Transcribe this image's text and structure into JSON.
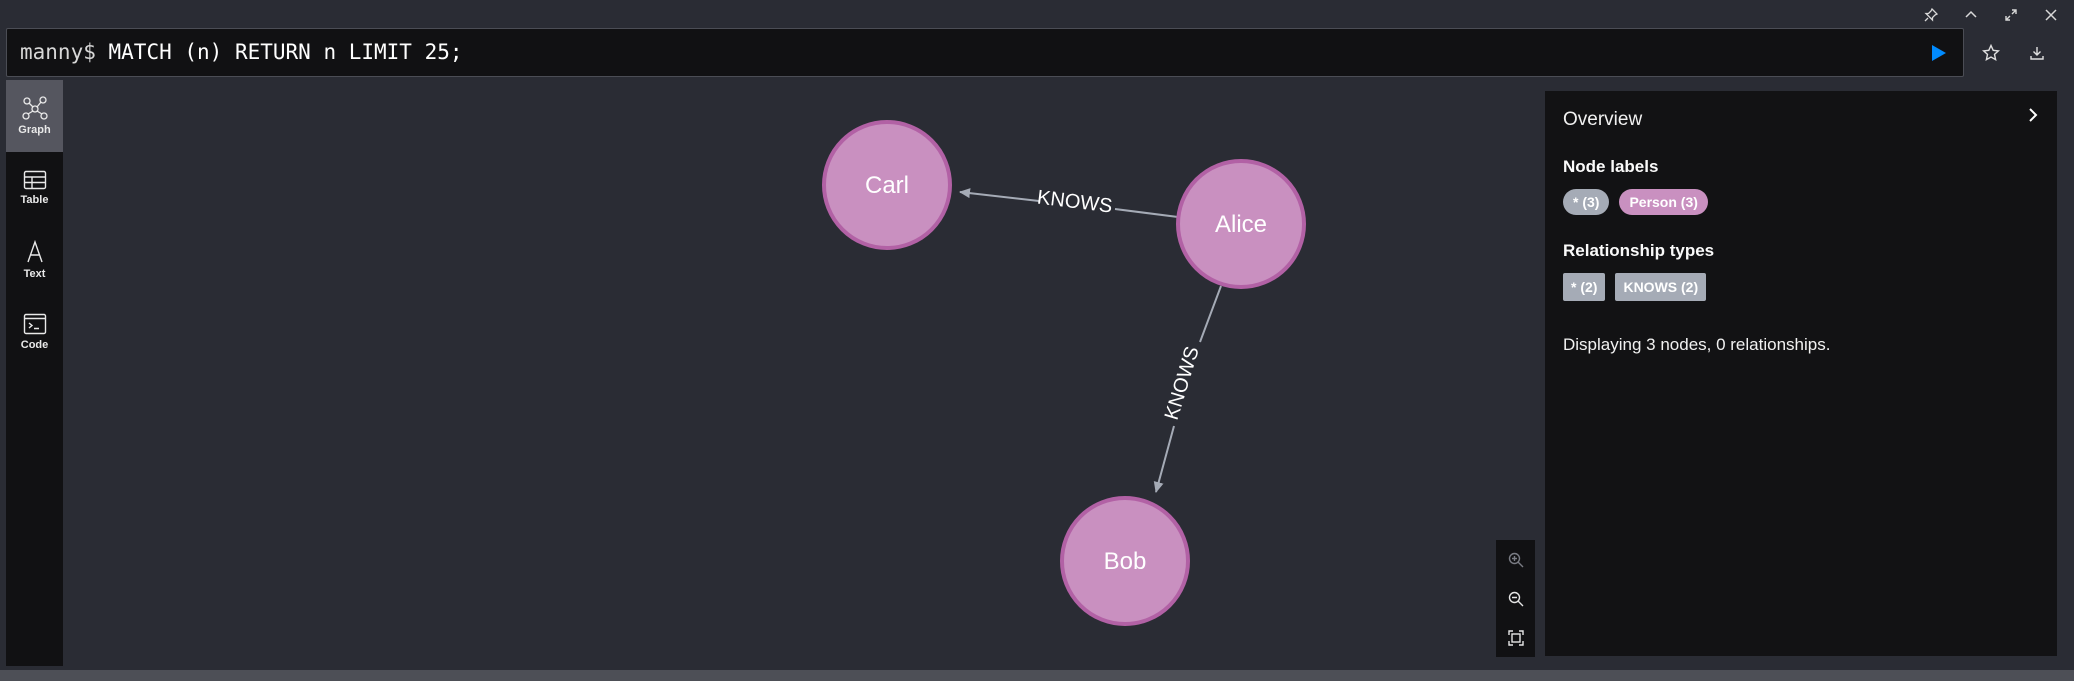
{
  "query": {
    "prompt": "manny$",
    "text": "MATCH (n) RETURN n LIMIT 25;"
  },
  "window_controls": [
    "pin-icon",
    "collapse-up-icon",
    "fullscreen-icon",
    "close-icon"
  ],
  "editor_actions": [
    "star-icon",
    "download-icon"
  ],
  "nav": {
    "items": [
      {
        "label": "Graph",
        "icon": "graph-icon",
        "active": true
      },
      {
        "label": "Table",
        "icon": "table-icon",
        "active": false
      },
      {
        "label": "Text",
        "icon": "text-icon",
        "active": false
      },
      {
        "label": "Code",
        "icon": "code-icon",
        "active": false
      }
    ]
  },
  "graph": {
    "nodes": [
      {
        "id": "carl",
        "label": "Carl"
      },
      {
        "id": "alice",
        "label": "Alice"
      },
      {
        "id": "bob",
        "label": "Bob"
      }
    ],
    "relationships": [
      {
        "from": "alice",
        "to": "carl",
        "type": "KNOWS"
      },
      {
        "from": "alice",
        "to": "bob",
        "type": "KNOWS"
      }
    ],
    "node_color": "#c990c0",
    "node_border": "#b261a5",
    "edge_color": "#a5abb6"
  },
  "overview": {
    "title": "Overview",
    "node_labels_heading": "Node labels",
    "node_labels": [
      {
        "text": "* (3)",
        "style": "gray"
      },
      {
        "text": "Person (3)",
        "style": "pink"
      }
    ],
    "rel_types_heading": "Relationship types",
    "rel_types": [
      {
        "text": "* (2)"
      },
      {
        "text": "KNOWS (2)"
      }
    ],
    "status": "Displaying 3 nodes, 0 relationships."
  },
  "colors": {
    "run_button": "#018bff",
    "background": "#2a2c34",
    "panel": "#111113"
  }
}
